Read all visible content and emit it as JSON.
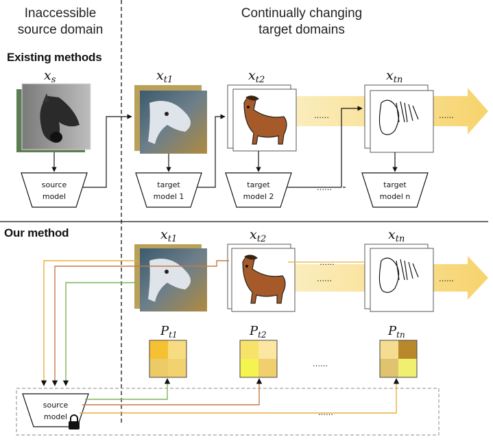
{
  "headers": {
    "source_line1": "Inaccessible",
    "source_line2": "source domain",
    "target_line1": "Continually changing",
    "target_line2": "target domains"
  },
  "sections": {
    "existing": "Existing methods",
    "ours": "Our method"
  },
  "symbols": {
    "xs_base": "x",
    "xs_sub": "s",
    "xt_base": "x",
    "xt1_sub": "t1",
    "xt2_sub": "t2",
    "xtn_sub": "tn",
    "p_base": "P",
    "pt1_sub": "t1",
    "pt2_sub": "t2",
    "ptn_sub": "tn"
  },
  "models": {
    "source_l1": "source",
    "source_l2": "model",
    "t1_l1": "target",
    "t1_l2": "model 1",
    "t2_l1": "target",
    "t2_l2": "model 2",
    "tn_l1": "target",
    "tn_l2": "model n",
    "frozen_l1": "source",
    "frozen_l2": "model"
  },
  "ellipsis": "……",
  "colors": {
    "arrow_band": "#f8dc8a",
    "pt1_cells": [
      "#f5c132",
      "#f8dc82",
      "#eccb66",
      "#f1d26f"
    ],
    "pt2_cells": [
      "#f8e36a",
      "#fbe6a2",
      "#f4f34f",
      "#f0cf6c"
    ],
    "ptn_cells": [
      "#f4dd91",
      "#b8882a",
      "#e0c36e",
      "#f0ef6f"
    ],
    "link_orange": "#e8ad3a",
    "link_brown": "#c47a47",
    "link_green": "#7cb356"
  }
}
